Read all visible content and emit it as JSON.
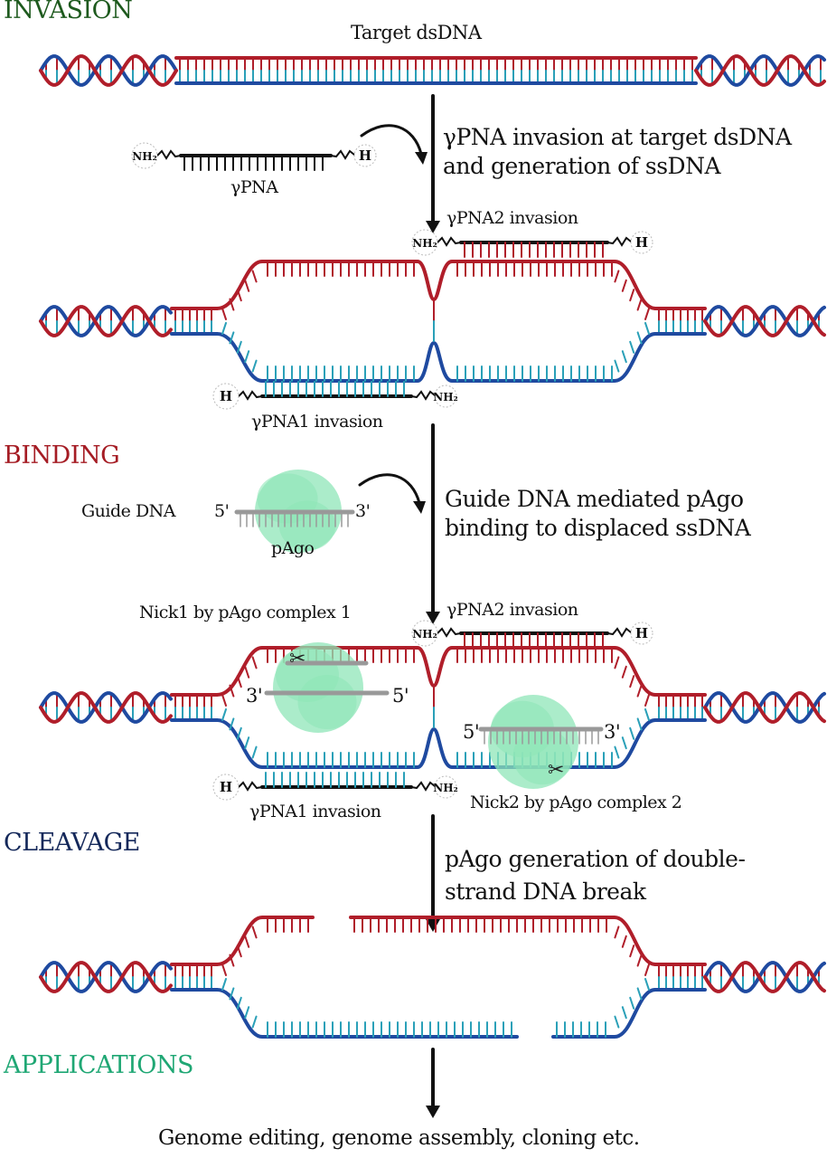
{
  "sections": {
    "invasion": {
      "label": "INVASION",
      "color": "#1e5a1e"
    },
    "binding": {
      "label": "BINDING",
      "color": "#a51c24"
    },
    "cleavage": {
      "label": "CLEAVAGE",
      "color": "#14285a"
    },
    "applications": {
      "label": "APPLICATIONS",
      "color": "#1fa774"
    }
  },
  "labels": {
    "target": "Target dsDNA",
    "ypna": "γPNA",
    "step1": [
      "γPNA invasion at target dsDNA",
      "and generation of ssDNA"
    ],
    "ypna2": "γPNA2 invasion",
    "ypna1": "γPNA1 invasion",
    "guide_dna": "Guide DNA",
    "pago": "pAgo",
    "five": "5'",
    "three": "3'",
    "step2": [
      "Guide DNA mediated pAgo",
      "binding to displaced ssDNA"
    ],
    "nick1": "Nick1 by pAgo complex 1",
    "nick2": "Nick2 by pAgo complex 2",
    "step3": [
      "pAgo generation of double-",
      "strand DNA break"
    ],
    "outcome": "Genome editing, genome assembly, cloning etc.",
    "nh2": "NH₂",
    "h": "H"
  },
  "colors": {
    "red_strand": "#b01e2a",
    "blue_strand": "#1f4aa0",
    "teal_base": "#2aa0b8",
    "pago": "#8fe6b8",
    "guide": "#999999"
  }
}
